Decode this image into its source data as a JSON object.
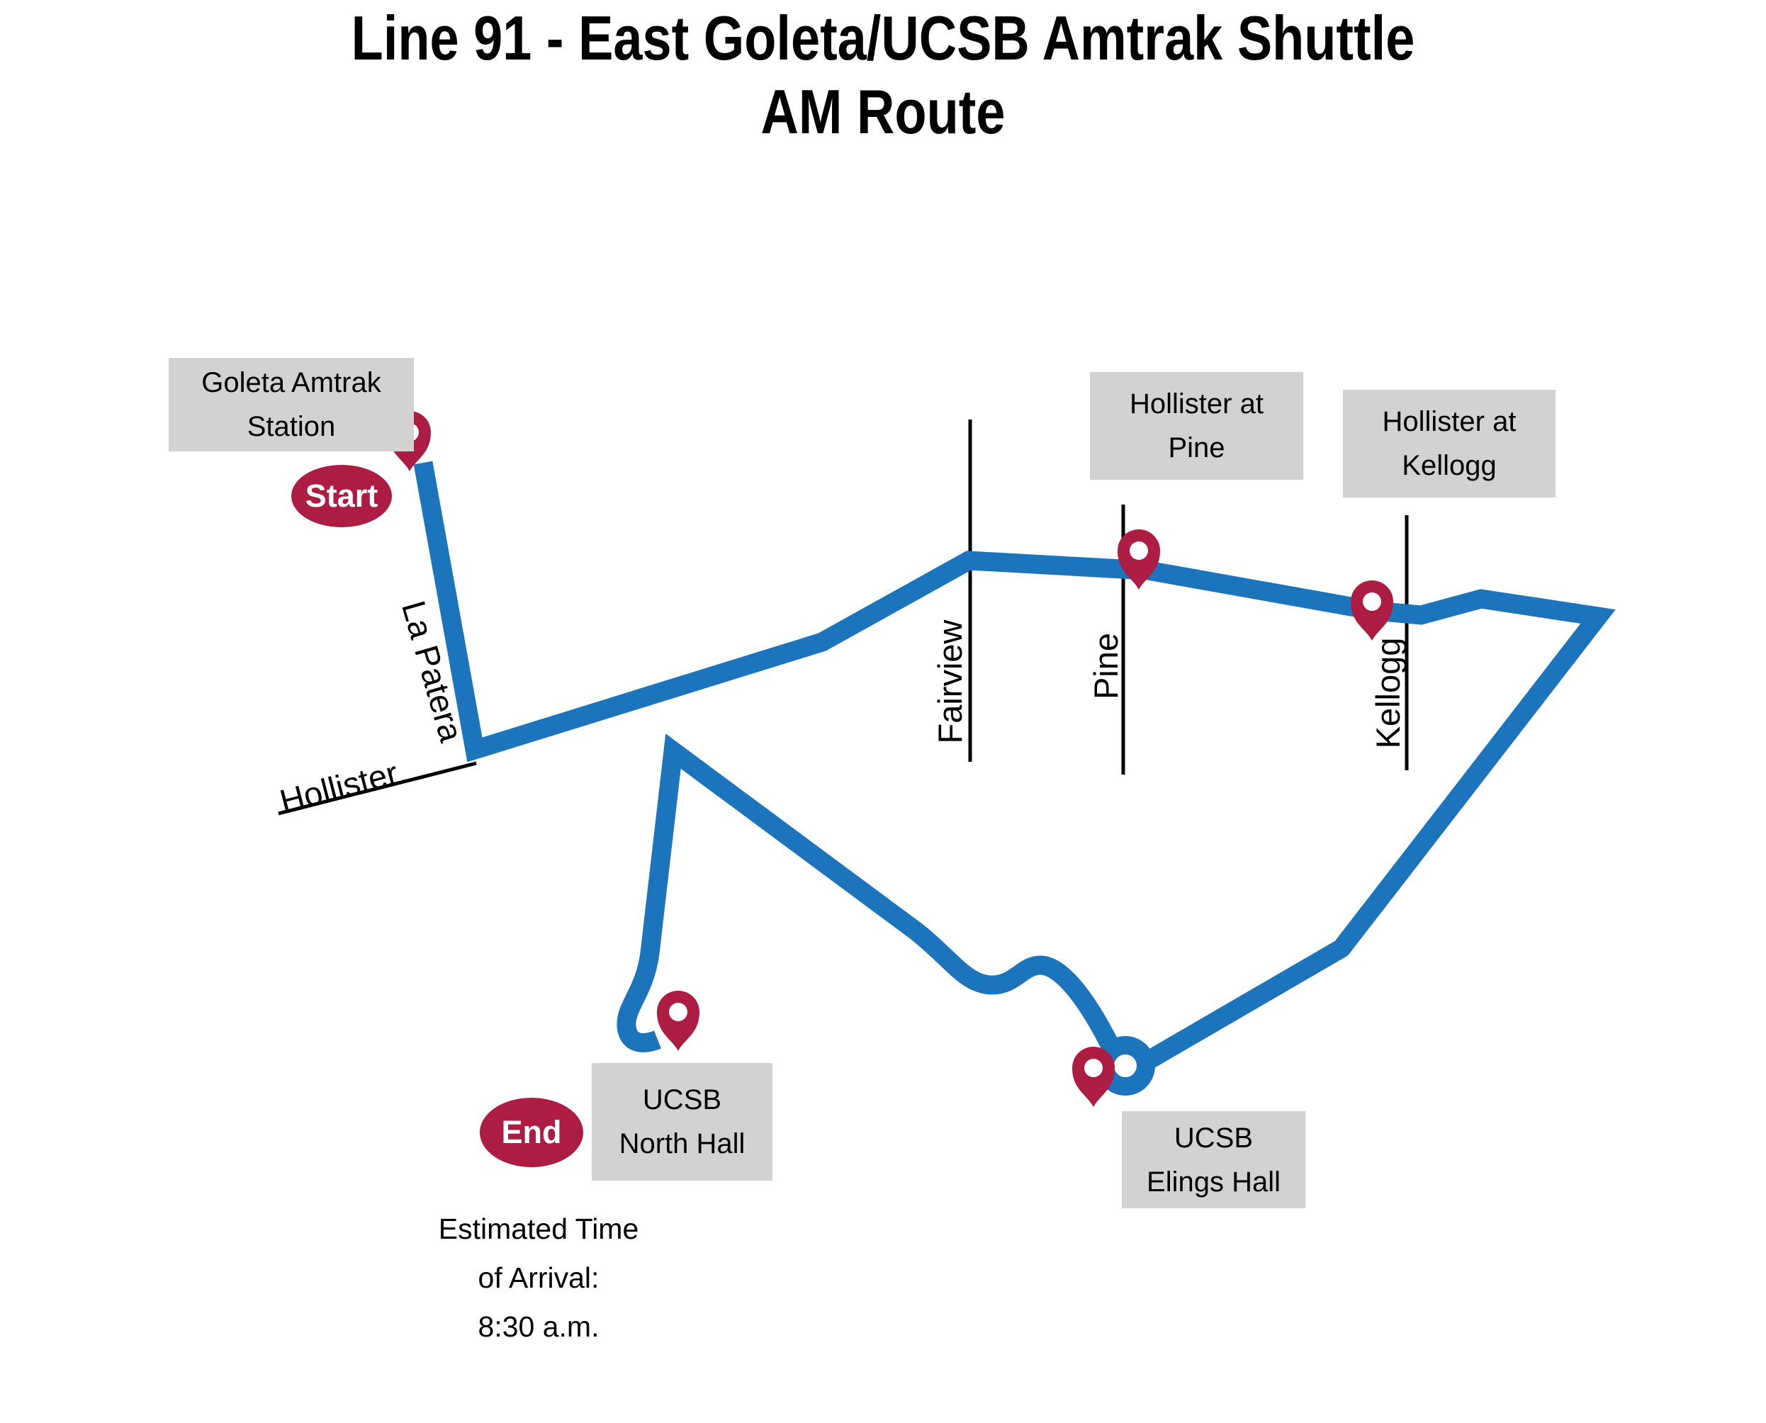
{
  "title": {
    "line1": "Line 91 - East Goleta/UCSB Amtrak Shuttle",
    "line2": "AM Route"
  },
  "colors": {
    "route": "#1C75BC",
    "marker": "#AC1C43",
    "label_bg": "#D2D2D2",
    "street_line": "#000000",
    "badge_text": "#FFFFFF"
  },
  "badges": {
    "start": "Start",
    "end": "End"
  },
  "stops": {
    "goleta_amtrak": {
      "line1": "Goleta Amtrak",
      "line2": "Station",
      "icon": "location-pin"
    },
    "hollister_at_pine": {
      "line1": "Hollister at",
      "line2": "Pine",
      "icon": "location-pin"
    },
    "hollister_at_kellogg": {
      "line1": "Hollister at",
      "line2": "Kellogg",
      "icon": "location-pin"
    },
    "ucsb_north_hall": {
      "line1": "UCSB",
      "line2": "North Hall",
      "icon": "location-pin"
    },
    "ucsb_elings_hall": {
      "line1": "UCSB",
      "line2": "Elings Hall",
      "icon": "location-pin"
    }
  },
  "streets": {
    "la_patera": "La Patera",
    "hollister": "Hollister",
    "fairview": "Fairview",
    "pine": "Pine",
    "kellogg": "Kellogg"
  },
  "eta": {
    "line1": "Estimated Time",
    "line2": "of Arrival:",
    "line3": "8:30 a.m."
  }
}
